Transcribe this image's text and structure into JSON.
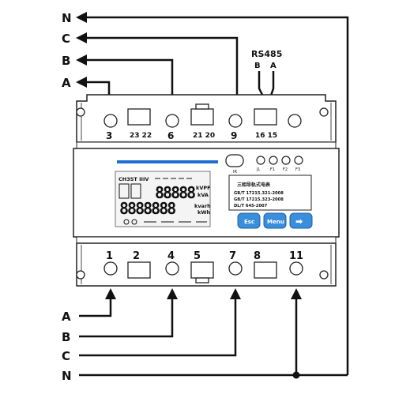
{
  "top_lines": [
    {
      "label": "N"
    },
    {
      "label": "C"
    },
    {
      "label": "B"
    },
    {
      "label": "A"
    }
  ],
  "bottom_lines": [
    {
      "label": "A"
    },
    {
      "label": "B"
    },
    {
      "label": "C"
    },
    {
      "label": "N"
    }
  ],
  "rs485": {
    "title": "RS485",
    "b": "B",
    "a": "A"
  },
  "top_terminals": [
    "3",
    "23 22",
    "6",
    "21 20",
    "9",
    "16 15"
  ],
  "bottom_terminals": [
    "1",
    "2",
    "4",
    "5",
    "7",
    "8",
    "11"
  ],
  "lcd": {
    "row1_left": "CH3ST IIIV",
    "row1_value": "88888",
    "row1_unit": "kVPF",
    "row1_unit2": "kVA",
    "row2_value": "8888888",
    "row2_unit": "kvarh",
    "row2_unit2": "kWh"
  },
  "panel": {
    "title": "三相导轨式电表",
    "std1": "GB/T 17215.321-2008",
    "std2": "GB/T 17215.323-2008",
    "std3": "DL/T 645-2007",
    "leds": [
      "JL",
      "F1",
      "F2",
      "F3"
    ],
    "ir_label": "IR"
  },
  "buttons": [
    "Esc",
    "Menu",
    "➡"
  ],
  "colors": {
    "line": "#111111",
    "accent_blue": "#3a8fdc",
    "bar_blue": "#1f6fd1"
  }
}
